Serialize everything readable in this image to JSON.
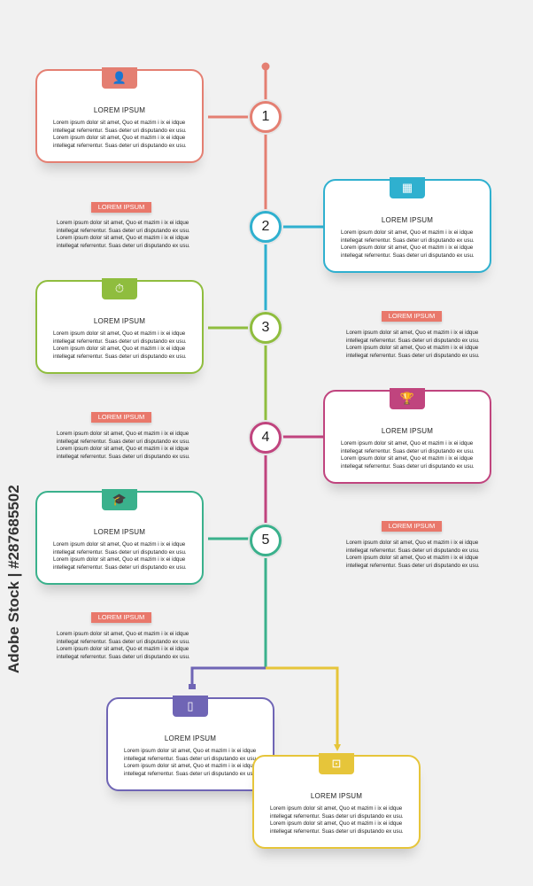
{
  "colors": {
    "step1": "#e47f72",
    "step2": "#2fb0cf",
    "step3": "#8fbd3e",
    "step4": "#c0447e",
    "step5": "#3ab18c",
    "step6": "#6f65b5",
    "step7": "#e6c53a",
    "badge": "#e9786b"
  },
  "steps": [
    {
      "number": "1",
      "icon": "user-icon",
      "glyph": "👤",
      "title": "LOREM IPSUM",
      "body": "Lorem ipsum dolor sit amet, Quo et mazim i ix  ei idque\nintellegat referrentur. Suas deter uri disputando ex  usu.\nLorem ipsum dolor sit amet, Quo et mazim i ix  ei idque\nintellegat referrentur. Suas deter uri disputando ex  usu."
    },
    {
      "number": "2",
      "icon": "calendar-icon",
      "glyph": "▦",
      "title": "LOREM IPSUM",
      "body": "Lorem ipsum dolor sit amet, Quo et mazim i ix  ei idque\nintellegat referrentur. Suas deter uri disputando ex  usu.\nLorem ipsum dolor sit amet, Quo et mazim i ix  ei idque\nintellegat referrentur. Suas deter uri disputando ex  usu."
    },
    {
      "number": "3",
      "icon": "stopwatch-icon",
      "glyph": "⏱",
      "title": "LOREM IPSUM",
      "body": "Lorem ipsum dolor sit amet, Quo et mazim i ix  ei idque\nintellegat referrentur. Suas deter uri disputando ex  usu.\nLorem ipsum dolor sit amet, Quo et mazim i ix  ei idque\nintellegat referrentur. Suas deter uri disputando ex  usu."
    },
    {
      "number": "4",
      "icon": "trophy-icon",
      "glyph": "🏆",
      "title": "LOREM IPSUM",
      "body": "Lorem ipsum dolor sit amet, Quo et mazim i ix  ei idque\nintellegat referrentur. Suas deter uri disputando ex  usu.\nLorem ipsum dolor sit amet, Quo et mazim i ix  ei idque\nintellegat referrentur. Suas deter uri disputando ex  usu."
    },
    {
      "number": "5",
      "icon": "graduation-cap-icon",
      "glyph": "🎓",
      "title": "LOREM IPSUM",
      "body": "Lorem ipsum dolor sit amet, Quo et mazim i ix  ei idque\nintellegat referrentur. Suas deter uri disputando ex  usu.\nLorem ipsum dolor sit amet, Quo et mazim i ix  ei idque\nintellegat referrentur. Suas deter uri disputando ex  usu."
    },
    {
      "number": "",
      "icon": "tablet-icon",
      "glyph": "▯",
      "title": "LOREM IPSUM",
      "body": "Lorem ipsum dolor sit amet, Quo et mazim i ix  ei idque\nintellegat referrentur. Suas deter uri disputando ex  usu.\nLorem ipsum dolor sit amet, Quo et mazim i ix  ei idque\nintellegat referrentur. Suas deter uri disputando ex  usu."
    },
    {
      "number": "",
      "icon": "presentation-board-icon",
      "glyph": "⊡",
      "title": "LOREM IPSUM",
      "body": "Lorem ipsum dolor sit amet, Quo et mazim i ix  ei idque\nintellegat referrentur. Suas deter uri disputando ex  usu.\nLorem ipsum dolor sit amet, Quo et mazim i ix  ei idque\nintellegat referrentur. Suas deter uri disputando ex  usu."
    }
  ],
  "side_notes": [
    {
      "label": "LOREM IPSUM",
      "body": "Lorem ipsum dolor sit amet, Quo et mazim i ix  ei idque\nintellegat referrentur. Suas deter uri disputando ex  usu.\nLorem ipsum dolor sit amet, Quo et mazim i ix  ei idque\nintellegat referrentur. Suas deter uri disputando ex  usu."
    },
    {
      "label": "LOREM IPSUM",
      "body": "Lorem ipsum dolor sit amet, Quo et mazim i ix  ei idque\nintellegat referrentur. Suas deter uri disputando ex  usu.\nLorem ipsum dolor sit amet, Quo et mazim i ix  ei idque\nintellegat referrentur. Suas deter uri disputando ex  usu."
    },
    {
      "label": "LOREM IPSUM",
      "body": "Lorem ipsum dolor sit amet, Quo et mazim i ix  ei idque\nintellegat referrentur. Suas deter uri disputando ex  usu.\nLorem ipsum dolor sit amet, Quo et mazim i ix  ei idque\nintellegat referrentur. Suas deter uri disputando ex  usu."
    },
    {
      "label": "LOREM IPSUM",
      "body": "Lorem ipsum dolor sit amet, Quo et mazim i ix  ei idque\nintellegat referrentur. Suas deter uri disputando ex  usu.\nLorem ipsum dolor sit amet, Quo et mazim i ix  ei idque\nintellegat referrentur. Suas deter uri disputando ex  usu."
    },
    {
      "label": "LOREM IPSUM",
      "body": "Lorem ipsum dolor sit amet, Quo et mazim i ix  ei idque\nintellegat referrentur. Suas deter uri disputando ex  usu.\nLorem ipsum dolor sit amet, Quo et mazim i ix  ei idque\nintellegat referrentur. Suas deter uri disputando ex  usu."
    }
  ],
  "watermark": "Adobe Stock | #287685502"
}
